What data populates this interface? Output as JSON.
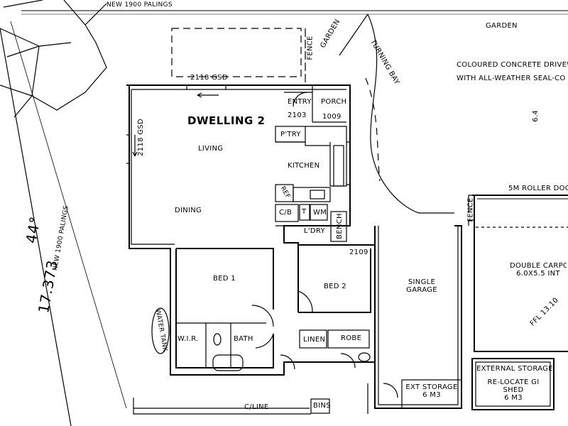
{
  "title": "DWELLING 2",
  "rooms": {
    "entry": "ENTRY",
    "porch": "PORCH",
    "living": "LIVING",
    "dining": "DINING",
    "kitchen": "KITCHEN",
    "pantry": "P'TRY",
    "ref": "REF",
    "cb": "C/B",
    "t": "T",
    "wm": "WM",
    "laundry": "L'DRY",
    "bench": "BENCH",
    "bed1": "BED 1",
    "bed2": "BED 2",
    "wir": "W.I.R.",
    "bath": "BATH",
    "linen": "LINEN",
    "robe": "ROBE",
    "single_garage_line1": "SINGLE",
    "single_garage_line2": "GARAGE",
    "ext_storage_line1": "EXT STORAGE",
    "ext_storage_line2": "6 M3",
    "double_carport_line1": "DOUBLE CARPO",
    "double_carport_line2": "6.0X5.5 INT",
    "external_storage": "EXTERNAL STORAGE",
    "relocate_line1": "RE-LOCATE GI",
    "relocate_line2": "SHED",
    "relocate_line3": "6 M3"
  },
  "annotations": {
    "gsd_top": "2118 GSD",
    "gsd_left": "2118 GSD",
    "d2103": "2103",
    "d1009": "1009",
    "d2109": "2109",
    "fence_top": "FENCE",
    "fence_mid": "FENCE",
    "garden_left": "GARDEN",
    "garden_right": "GARDEN",
    "turning_bay": "TURNING BAY",
    "driveway_line1": "COLOURED CONCRETE DRIVEW",
    "driveway_line2": "WITH ALL-WEATHER SEAL-CO",
    "dim_64": "6.4",
    "roller_door": "5M ROLLER DOO",
    "ffl": "FFL 13.10",
    "water_tank": "WATER TANK",
    "cline": "C/LINE",
    "bins": "BINS",
    "palings": "NEW 1900 PALINGS",
    "boundary_dim": "17.373",
    "boundary_angle": "44°",
    "top_note": "NEW 1900 PALINGS"
  }
}
